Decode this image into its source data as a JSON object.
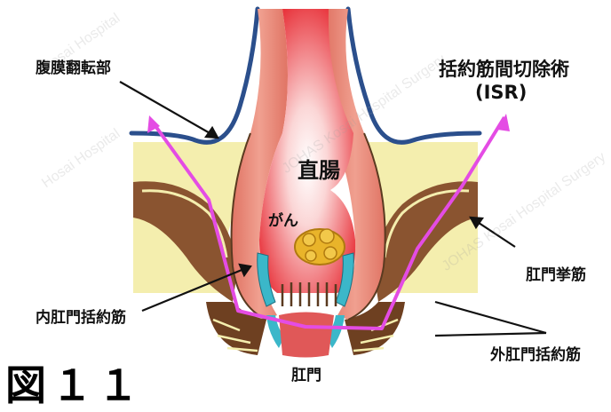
{
  "labels": {
    "peritoneal_reflection": "腹膜翻転部",
    "procedure_title": "括約筋間切除術",
    "procedure_abbrev": "(ISR)",
    "rectum": "直腸",
    "cancer": "がん",
    "levator_ani": "肛門挙筋",
    "internal_sphincter": "内肛門括約筋",
    "external_sphincter": "外肛門括約筋",
    "anus": "肛門",
    "figure_number": "図１１"
  },
  "watermark": {
    "text_1": "Hosai Hospital",
    "text_2": "JOHAS Kosai Hospital Surgery"
  },
  "colors": {
    "fat": "#f4eeae",
    "peritoneum_line": "#2b4f8c",
    "rectal_wall": "#e78474",
    "lumen": "#fbe6e6",
    "lumen_red": "#e8323a",
    "muscle_brown": "#6e4021",
    "levator": "#8a5430",
    "sphincter_teal": "#3bb7c9",
    "resection_line": "#e44ce4",
    "tumor": "#e9b42a"
  }
}
